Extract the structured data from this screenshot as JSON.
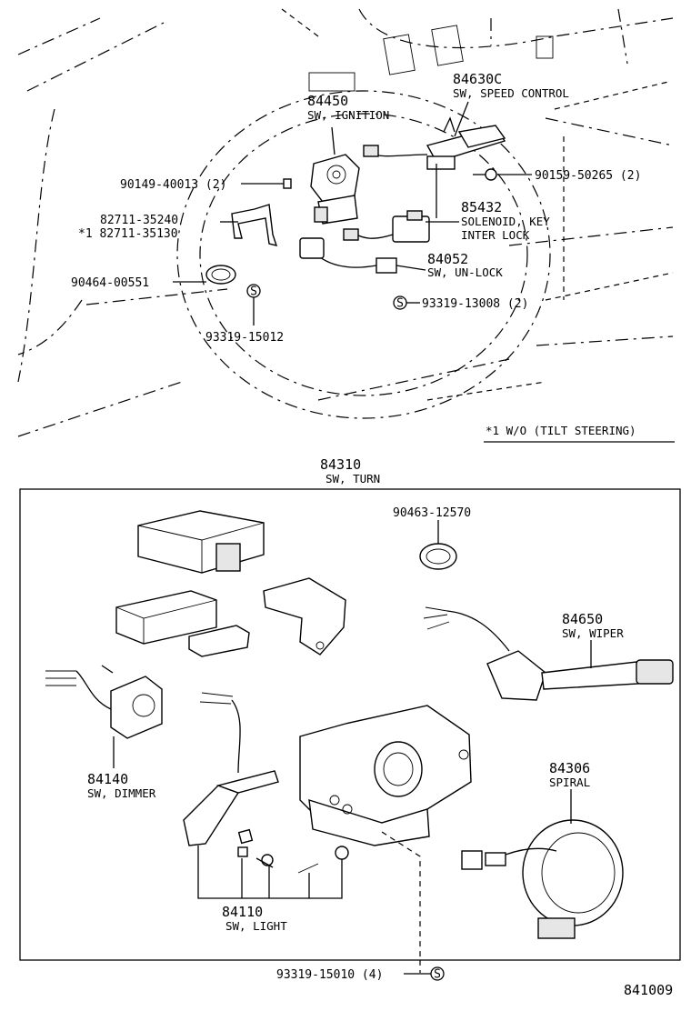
{
  "top": {
    "ignition": {
      "number": "84450",
      "name": "SW, IGNITION"
    },
    "speed_control": {
      "number": "84630C",
      "name": "SW, SPEED CONTROL"
    },
    "bolt_left": "90149-40013 (2)",
    "bolt_right": "90159-50265 (2)",
    "bracket_a": "82711-35240",
    "bracket_b": "*1 82711-35130",
    "solenoid": {
      "number": "85432",
      "name_line1": "SOLENOID, KEY",
      "name_line2": "INTER LOCK"
    },
    "unlock": {
      "number": "84052",
      "name": "SW, UN-LOCK"
    },
    "clamp_top": "90464-00551",
    "screw_left": "93319-15012",
    "screw_right": "93319-13008 (2)",
    "footnote": "*1 W/O (TILT STEERING)",
    "s_symbol": "S"
  },
  "turn": {
    "number": "84310",
    "name": "SW, TURN"
  },
  "bottom": {
    "clamp": "90463-12570",
    "wiper": {
      "number": "84650",
      "name": "SW, WIPER"
    },
    "dimmer": {
      "number": "84140",
      "name": "SW, DIMMER"
    },
    "spiral": {
      "number": "84306",
      "name": "SPIRAL"
    },
    "light": {
      "number": "84110",
      "name": "SW, LIGHT"
    },
    "screw": "93319-15010 (4)"
  },
  "figure_id": "841009"
}
